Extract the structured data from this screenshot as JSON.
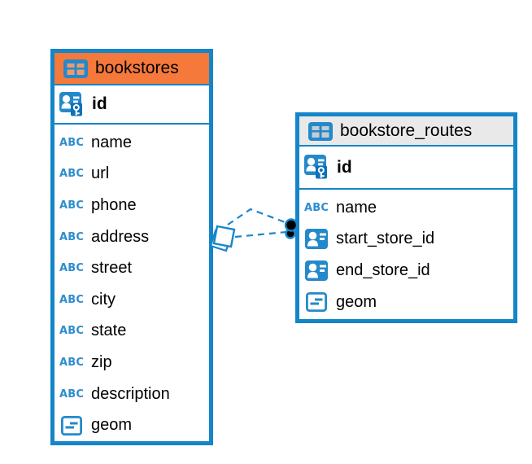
{
  "diagram": {
    "background": "#ffffff",
    "colors": {
      "table_border_blue": "#1485c8",
      "icon_blue": "#2489cb",
      "header_orange": "#f5793b",
      "header_gray": "#e9e9e9",
      "relationship_blue": "#1787c9",
      "text": "#000000"
    },
    "icons": {
      "text_type_glyph": "ABC"
    },
    "tables": [
      {
        "name": "bookstores",
        "header_color": "#f5793b",
        "primary_key": {
          "name": "id",
          "icon": "primary-key-icon"
        },
        "columns": [
          {
            "name": "name",
            "type_icon": "text-type-icon"
          },
          {
            "name": "url",
            "type_icon": "text-type-icon"
          },
          {
            "name": "phone",
            "type_icon": "text-type-icon"
          },
          {
            "name": "address",
            "type_icon": "text-type-icon"
          },
          {
            "name": "street",
            "type_icon": "text-type-icon"
          },
          {
            "name": "city",
            "type_icon": "text-type-icon"
          },
          {
            "name": "state",
            "type_icon": "text-type-icon"
          },
          {
            "name": "zip",
            "type_icon": "text-type-icon"
          },
          {
            "name": "description",
            "type_icon": "text-type-icon"
          },
          {
            "name": "geom",
            "type_icon": "geometry-type-icon"
          }
        ]
      },
      {
        "name": "bookstore_routes",
        "header_color": "#e9e9e9",
        "primary_key": {
          "name": "id",
          "icon": "primary-key-icon"
        },
        "columns": [
          {
            "name": "name",
            "type_icon": "text-type-icon"
          },
          {
            "name": "start_store_id",
            "type_icon": "foreign-key-icon"
          },
          {
            "name": "end_store_id",
            "type_icon": "foreign-key-icon"
          },
          {
            "name": "geom",
            "type_icon": "geometry-type-icon"
          }
        ]
      }
    ],
    "relationships": [
      {
        "from_table": "bookstores",
        "to_table": "bookstore_routes",
        "line_style": "dashed",
        "from_marker": "diamond",
        "to_marker": "filled-dot"
      },
      {
        "from_table": "bookstores",
        "to_table": "bookstore_routes",
        "line_style": "dashed",
        "from_marker": "diamond",
        "to_marker": "filled-dot"
      }
    ]
  }
}
